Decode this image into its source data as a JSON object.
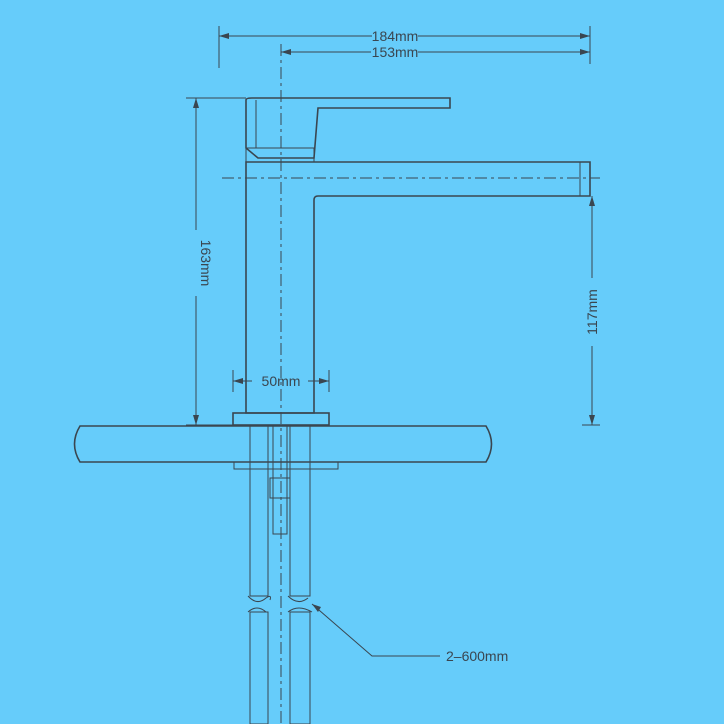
{
  "colors": {
    "background": "#66ccfa",
    "line": "#3a4650",
    "counter": "#7dcfe6"
  },
  "dimensions": {
    "overall_width": "184mm",
    "spout_reach": "153mm",
    "overall_height": "163mm",
    "spout_height": "117mm",
    "base_width": "50mm",
    "hose_length": "2–600mm"
  }
}
